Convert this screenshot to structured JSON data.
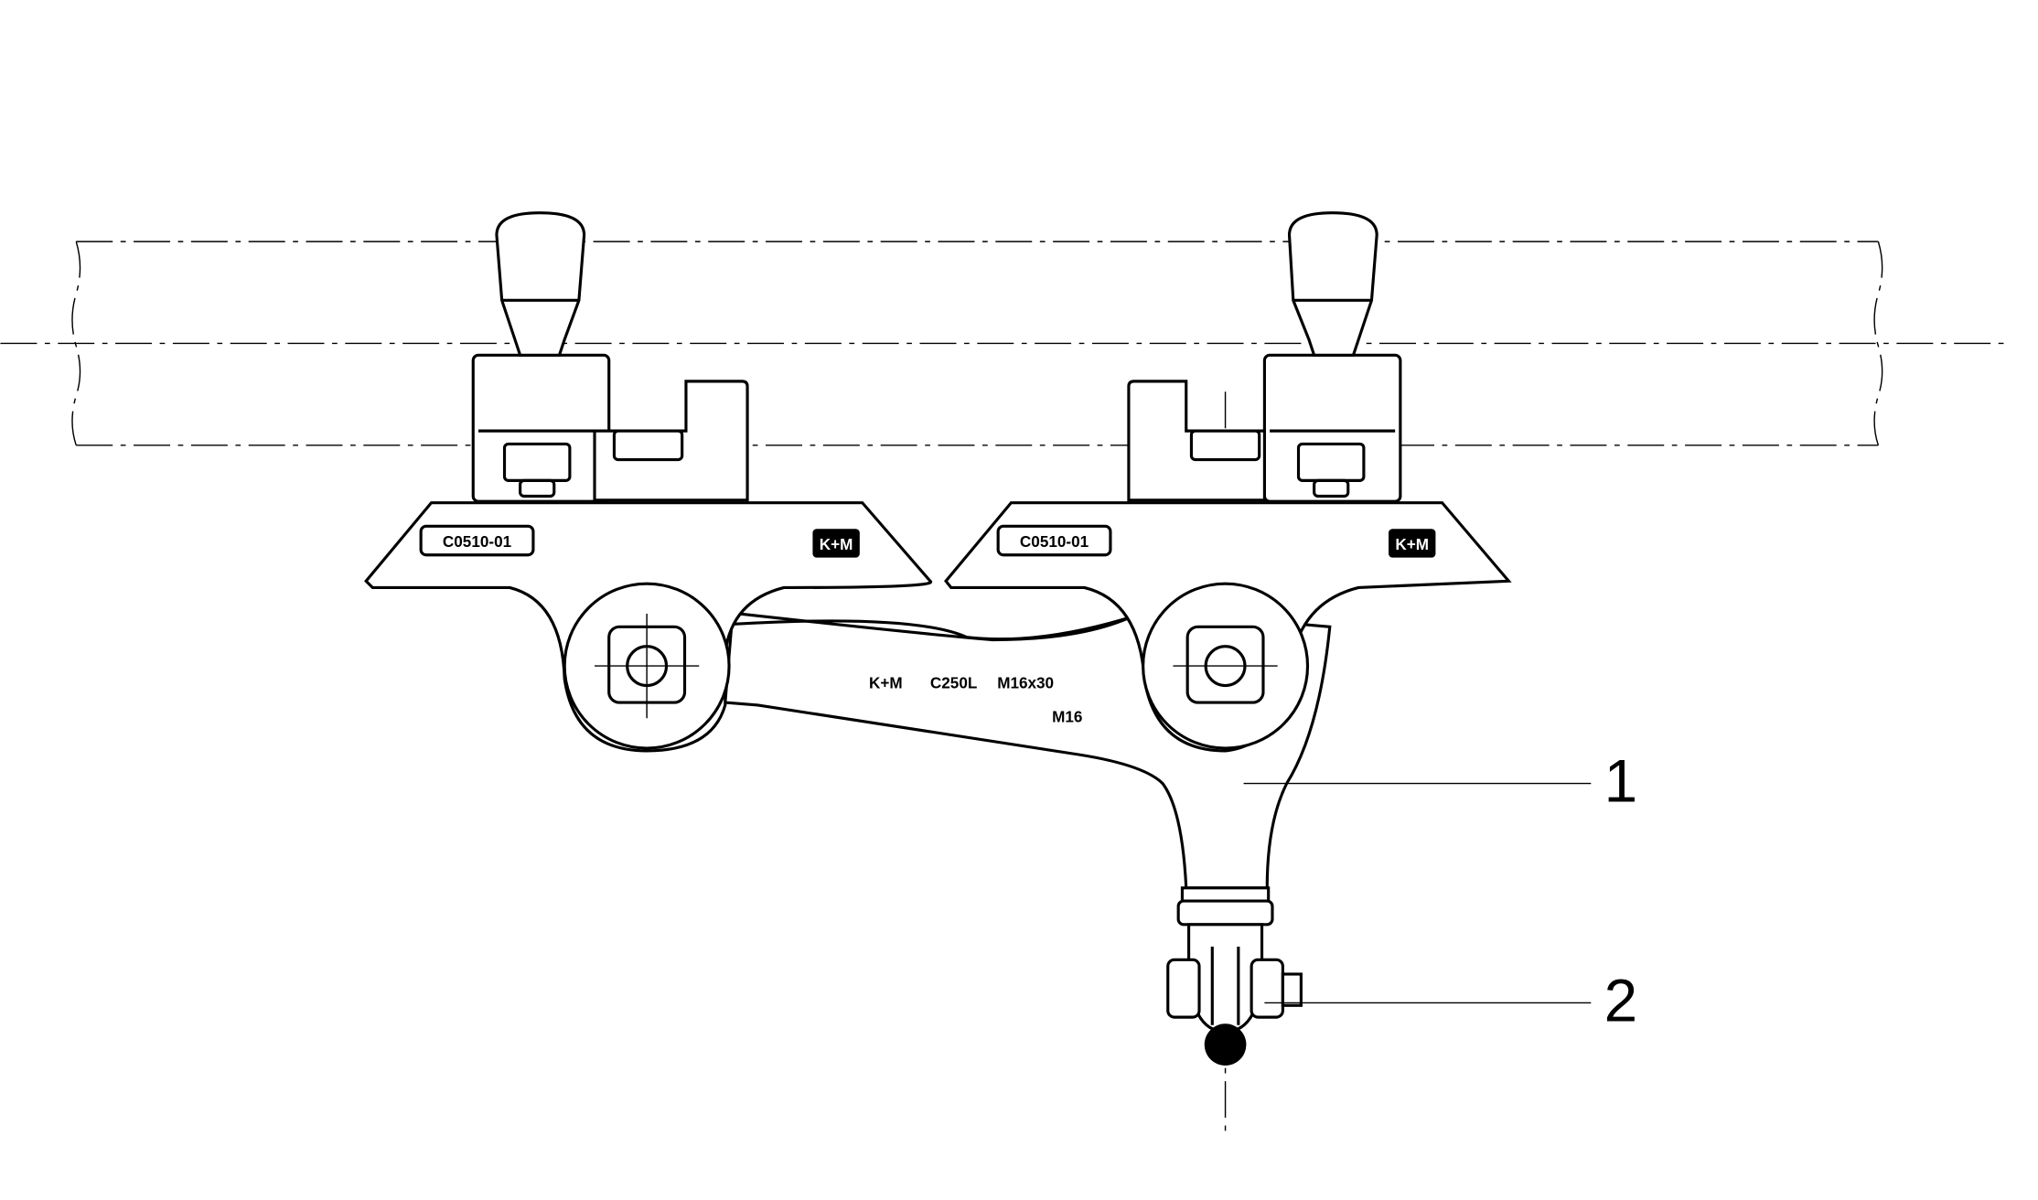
{
  "drawing": {
    "callouts": [
      {
        "number": "1"
      },
      {
        "number": "2"
      }
    ],
    "left_clamp": {
      "plate_marking": "C0510-01",
      "logo": "K+M"
    },
    "right_clamp": {
      "plate_marking": "C0510-01",
      "logo": "K+M"
    },
    "arm_markings": [
      "K+M",
      "C250L",
      "M16x30",
      "M16"
    ]
  }
}
